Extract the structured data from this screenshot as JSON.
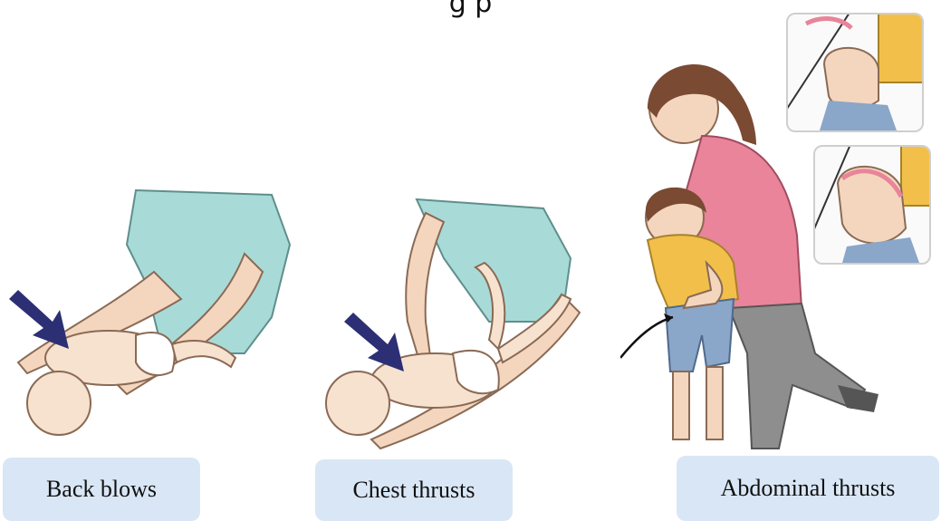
{
  "heading_fragment": "g  p",
  "panels": [
    {
      "caption": "Back blows"
    },
    {
      "caption": "Chest thrusts"
    },
    {
      "caption": "Abdominal thrusts"
    }
  ],
  "colors": {
    "label_bg": "#d9e6f5",
    "scrubs": "#a8dbd8",
    "skin": "#f4d6be",
    "arrow": "#2c2f73",
    "pink_shirt": "#e9849a",
    "yellow_shirt": "#f2c04a",
    "jeans": "#8aa6c8",
    "grey_pants": "#8e8e8e",
    "hair": "#7a4a33"
  }
}
